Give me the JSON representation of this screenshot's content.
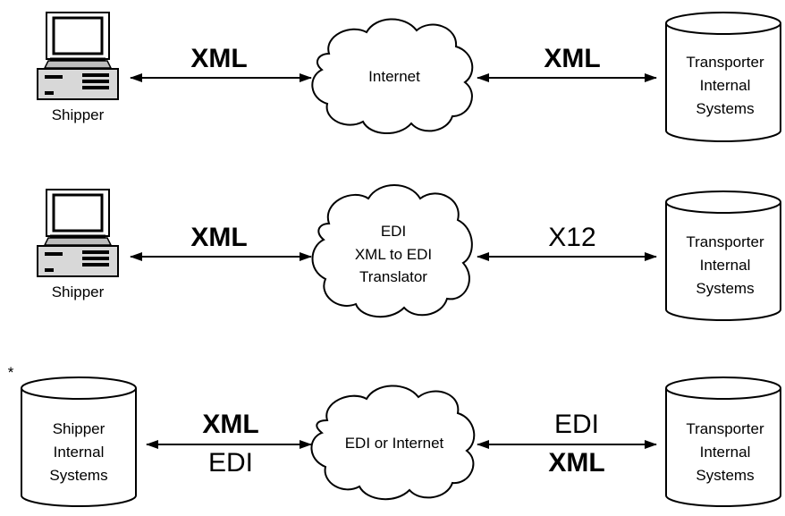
{
  "rows": [
    {
      "left": {
        "kind": "computer",
        "label": "Shipper"
      },
      "left_protocol": [
        "XML"
      ],
      "cloud": [
        "Internet"
      ],
      "right_protocol": [
        "XML"
      ],
      "right": {
        "kind": "database",
        "label": [
          "Transporter",
          "Internal",
          "Systems"
        ]
      }
    },
    {
      "left": {
        "kind": "computer",
        "label": "Shipper"
      },
      "left_protocol": [
        "XML"
      ],
      "cloud": [
        "EDI",
        "XML to EDI",
        "Translator"
      ],
      "right_protocol": [
        "X12"
      ],
      "right": {
        "kind": "database",
        "label": [
          "Transporter",
          "Internal",
          "Systems"
        ]
      }
    },
    {
      "marker": "*",
      "left": {
        "kind": "database",
        "label": [
          "Shipper",
          "Internal",
          "Systems"
        ]
      },
      "left_protocol": [
        "XML",
        "EDI"
      ],
      "cloud": [
        "EDI or Internet"
      ],
      "right_protocol": [
        "EDI",
        "XML"
      ],
      "right": {
        "kind": "database",
        "label": [
          "Transporter",
          "Internal",
          "Systems"
        ]
      }
    }
  ]
}
